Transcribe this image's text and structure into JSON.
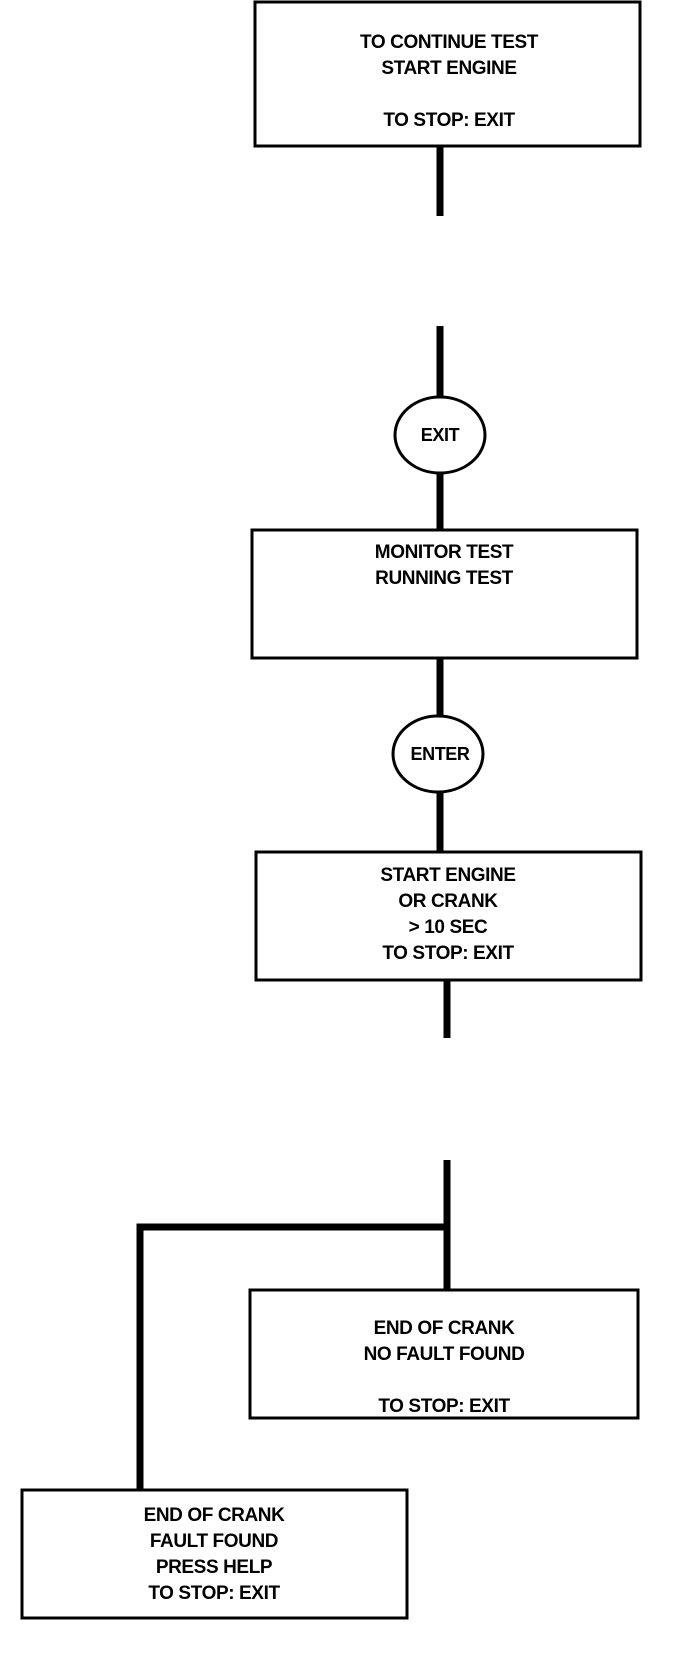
{
  "boxes": {
    "continue_test": [
      "TO CONTINUE TEST",
      "START ENGINE",
      "",
      "TO STOP: EXIT"
    ],
    "monitor_test": [
      "MONITOR TEST",
      "RUNNING TEST"
    ],
    "start_engine": [
      "START ENGINE",
      "OR CRANK",
      "> 10 SEC",
      "TO STOP: EXIT"
    ],
    "no_fault": [
      "END OF CRANK",
      "NO FAULT FOUND",
      "",
      "TO STOP: EXIT"
    ],
    "fault_found": [
      "END OF CRANK",
      "FAULT FOUND",
      "PRESS HELP",
      "TO STOP: EXIT"
    ]
  },
  "nodes": {
    "exit": "EXIT",
    "enter": "ENTER"
  }
}
